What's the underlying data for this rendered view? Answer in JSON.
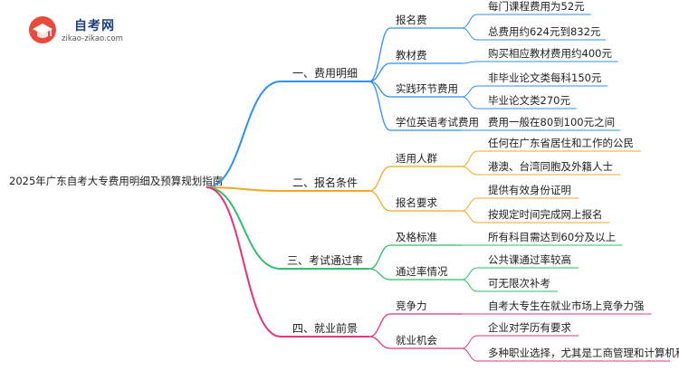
{
  "logo": {
    "title": "自考网",
    "url": "zikao-zikao.com"
  },
  "root": {
    "label": "2025年广东自考大专费用明细及预算规划指南"
  },
  "branches": [
    {
      "label": "一、费用明细",
      "color": "#2f8ff3",
      "children": [
        {
          "label": "报名费",
          "children": [
            "每门课程费用为52元",
            "总费用约624元到832元"
          ]
        },
        {
          "label": "教材费",
          "children": [
            "购买相应教材费用约400元"
          ]
        },
        {
          "label": "实践环节费用",
          "children": [
            "非毕业论文类每科150元",
            "毕业论文类270元"
          ]
        },
        {
          "label": "学位英语考试费用",
          "children": [
            "费用一般在80到100元之间"
          ]
        }
      ]
    },
    {
      "label": "二、报名条件",
      "color": "#f5a623",
      "children": [
        {
          "label": "适用人群",
          "children": [
            "任何在广东省居住和工作的公民",
            "港澳、台湾同胞及外籍人士"
          ]
        },
        {
          "label": "报名要求",
          "children": [
            "提供有效身份证明",
            "按规定时间完成网上报名"
          ]
        }
      ]
    },
    {
      "label": "三、考试通过率",
      "color": "#2fbf6c",
      "children": [
        {
          "label": "及格标准",
          "children": [
            "所有科目需达到60分及以上"
          ]
        },
        {
          "label": "通过率情况",
          "children": [
            "公共课通过率较高",
            "可无限次补考"
          ]
        }
      ]
    },
    {
      "label": "四、就业前景",
      "color": "#e8327c",
      "children": [
        {
          "label": "竞争力",
          "children": [
            "自考大专生在就业市场上竞争力强"
          ]
        },
        {
          "label": "就业机会",
          "children": [
            "企业对学历有要求",
            "多种职业选择，尤其是工商管理和计算机科学"
          ]
        }
      ]
    }
  ]
}
